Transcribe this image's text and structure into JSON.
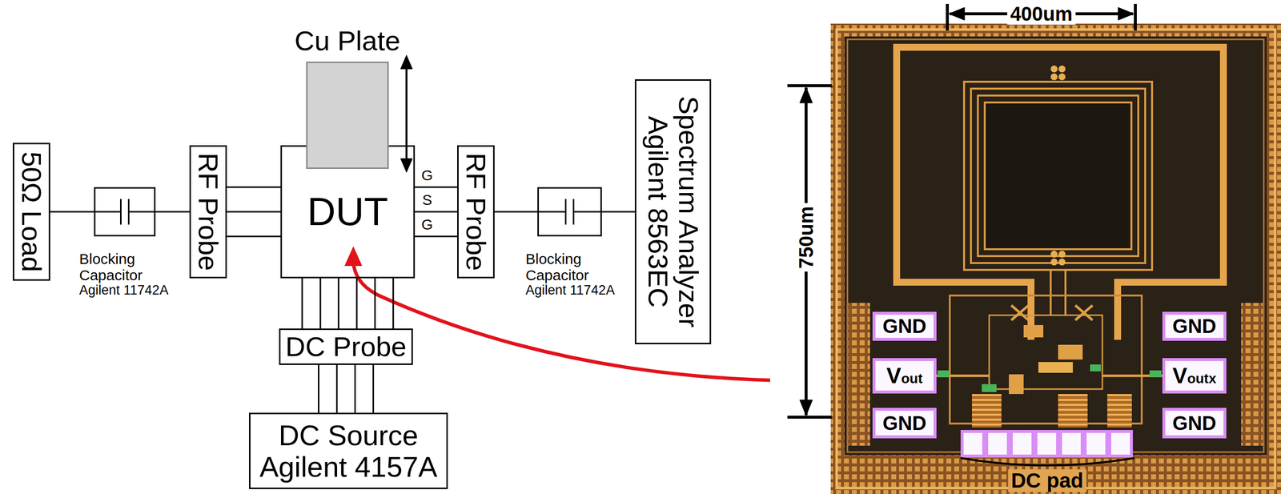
{
  "diagram": {
    "nodes": [
      {
        "text": [
          "50Ω Load"
        ]
      },
      {
        "text": [
          "Blocking Capacitor",
          "Agilent 11742A"
        ]
      },
      {
        "text": [
          "RF Probe"
        ]
      },
      {
        "text": [
          "Cu Plate"
        ]
      },
      {
        "text": [
          "DUT"
        ]
      },
      {
        "text": [
          "RF Probe"
        ]
      },
      {
        "text": [
          "Blocking Capacitor",
          "Agilent 11742A"
        ]
      },
      {
        "text": [
          "Spectrum Analyzer",
          "Agilent 8563EC"
        ]
      },
      {
        "text": [
          "DC Probe"
        ]
      },
      {
        "text": [
          "DC Source",
          "Agilent 4157A"
        ]
      }
    ],
    "edges": [
      {
        "from": 0,
        "to": 1,
        "arrow": "none"
      },
      {
        "from": 1,
        "to": 2,
        "arrow": "none"
      },
      {
        "from": 2,
        "to": 4,
        "arrow": "none"
      },
      {
        "from": 4,
        "to": 5,
        "arrow": "none"
      },
      {
        "from": 5,
        "to": 6,
        "arrow": "none"
      },
      {
        "from": 6,
        "to": 7,
        "arrow": "none"
      },
      {
        "from": 4,
        "to": 8,
        "arrow": "none"
      },
      {
        "from": 8,
        "to": 9,
        "arrow": "none"
      }
    ],
    "labels": [
      "G",
      "S",
      "G",
      "400um",
      "750um",
      "GND",
      "Vout",
      "GND",
      "GND",
      "Voutx",
      "GND",
      "DC pad"
    ]
  }
}
